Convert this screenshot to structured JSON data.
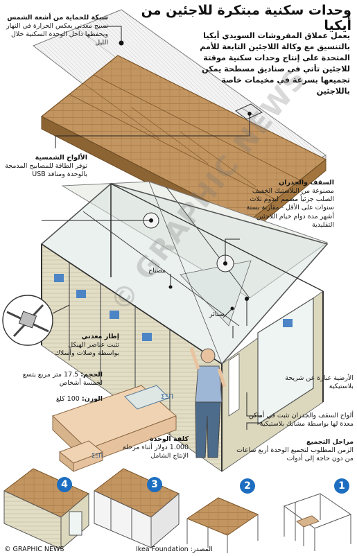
{
  "title": "وحدات سكنية مبتكرة للاجئين من أيكيا",
  "intro": "يعمل عملاق المفروشات السويدي أيكيا بالتنسيق مع وكالة اللاجئين التابعة للأمم المتحدة على إنتاج وحدات سكنية موقتة للاجئين تأتي في صناديق مسطحة يمكن تجميعها بسرعة في مخيمات خاصة باللاجئين",
  "labels": {
    "shade_net": {
      "title": "شبكة للحماية من أشعة الشمس",
      "text": "نسيج معدني يعكس الحرارة في النهار ويحفظها داخل الوحدة السكنية خلال الليل"
    },
    "solar": {
      "title": "الألواح الشمسية",
      "text": "توفر الطاقة للمصابيح المدمجة بالوحدة ومنافذ USB"
    },
    "roof_walls": {
      "title": "السقف والجدران",
      "text": "مصنوعة من البلاستيك الخفيف الصلب جزئياً مصمم ليدوم ثلاث سنوات على الأقل - مقارنة بستة أشهر مدة دوام خيام اللاجئين التقليدية"
    },
    "lamp": "مصباح",
    "curtains": "ستائر",
    "frame": {
      "title": "إطار معدني",
      "text": "تثبت عناصر الهيكل بواسطة وصلات وأسلاك"
    },
    "area": {
      "title": "الحجم:",
      "text": "17.5 متر مربع يتسع لخمسة أشخاص"
    },
    "weight": {
      "title": "الوزن:",
      "text": "100 كلغ"
    },
    "cost": {
      "title": "كلفة الوحدة",
      "text": "1.000 دولار أثناء مرحلة الإنتاج الشامل"
    },
    "floor": "الأرضية عبارة عن شريحة بلاستيكية",
    "panels": "ألواح السقف والجدران تثبت في أماكن معدة لها بواسطة مشابك بلاستيكية",
    "assembly": {
      "title": "مراحل التجميع",
      "text": "الزمن المطلوب لتجميع الوحدة أربع ساعات من دون حاجة إلى أدوات"
    }
  },
  "box_labels": {
    "main": "ΣΞΠ",
    "small": "ΣΞΠ"
  },
  "steps": [
    "1",
    "2",
    "3",
    "4"
  ],
  "footer": {
    "brand": "© GRAPHIC NEWS",
    "source": "المصدر: Ikea Foundation"
  },
  "watermark": "© GRAPHIC NEWS",
  "colors": {
    "roof": "#b98b52",
    "roof_dark": "#8c6434",
    "wall": "#ddd9bf",
    "frame": "#555555",
    "accent": "#1d6ec0"
  }
}
